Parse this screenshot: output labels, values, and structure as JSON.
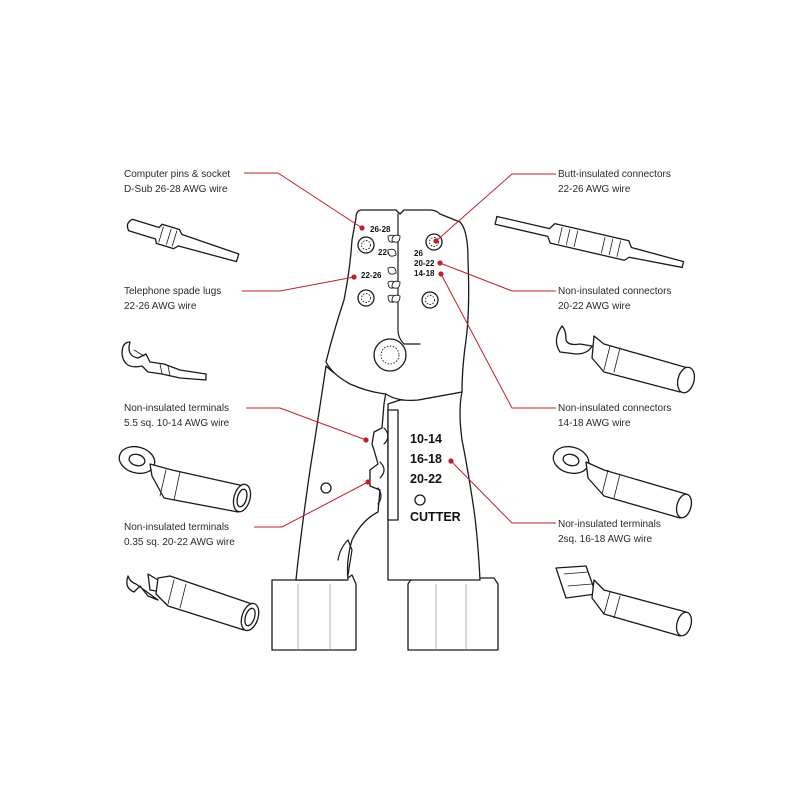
{
  "labels": {
    "computer_pins": {
      "line1": "Computer pins & socket",
      "line2": "D-Sub 26-28 AWG wire"
    },
    "telephone_spade": {
      "line1": "Telephone spade lugs",
      "line2": "22-26 AWG wire"
    },
    "noninsulated_terminals_55": {
      "line1": "Non-insulated terminals",
      "line2": "5.5 sq. 10-14 AWG wire"
    },
    "noninsulated_terminals_035": {
      "line1": "Non-insulated terminals",
      "line2": "0.35 sq. 20-22 AWG wire"
    },
    "butt_insulated": {
      "line1": "Butt-insulated connectors",
      "line2": "22-26 AWG wire"
    },
    "noninsulated_connectors_2022": {
      "line1": "Non-insulated connectors",
      "line2": "20-22 AWG wire"
    },
    "noninsulated_connectors_1418": {
      "line1": "Non-insulated connectors",
      "line2": "14-18 AWG wire"
    },
    "nor_insulated_terminals": {
      "line1": "Nor-insulated terminals",
      "line2": "2sq. 16-18 AWG wire"
    }
  },
  "die_markings": {
    "d2628": "26-28",
    "d22": "22-",
    "d2226": "22-26",
    "d26": "26",
    "d2022": "20-22",
    "d1418": "14-18"
  },
  "jaw_markings": {
    "w1014": "10-14",
    "w1618": "16-18",
    "w2022": "20-22",
    "cutter": "CUTTER"
  },
  "colors": {
    "leader": "#c0202a",
    "ink": "#1a1a1a",
    "background": "#ffffff"
  }
}
